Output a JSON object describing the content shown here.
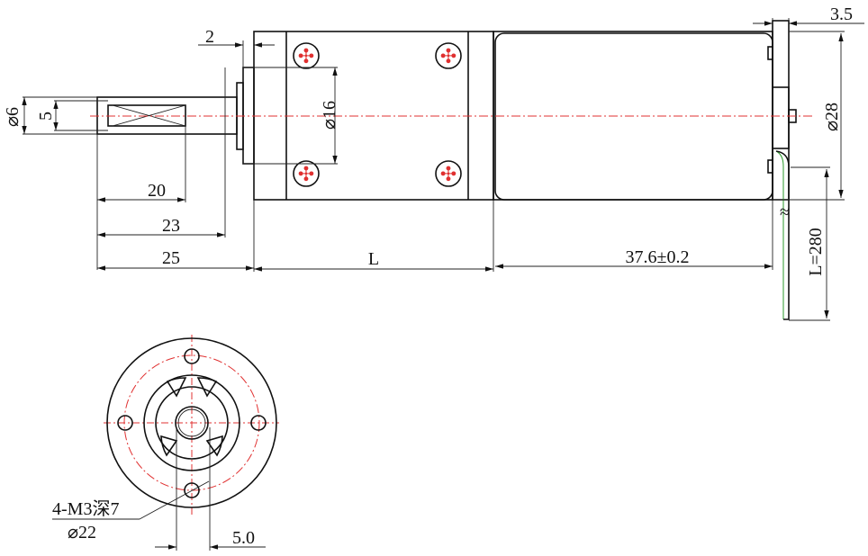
{
  "side_view": {
    "dim_flange_thickness": "2",
    "dim_shaft_diameter": "⌀6",
    "dim_flat_width": "5",
    "dim_pilot_diameter": "⌀16",
    "dim_flat_length": "20",
    "dim_shaft_to_pilot": "23",
    "dim_shaft_length": "25",
    "dim_gearbox_length": "L",
    "dim_motor_length": "37.6±0.2",
    "dim_endcap": "3.5",
    "dim_motor_diameter": "⌀28",
    "dim_wire_length": "L=280",
    "wire_break_symbol": "≈"
  },
  "front_view": {
    "thread_note": "4-M3深7",
    "bolt_circle": "⌀22",
    "dim_flat": "5.0"
  },
  "colors": {
    "line": "#111111",
    "centerline": "#e03030",
    "wire": "#2a9a2a"
  }
}
